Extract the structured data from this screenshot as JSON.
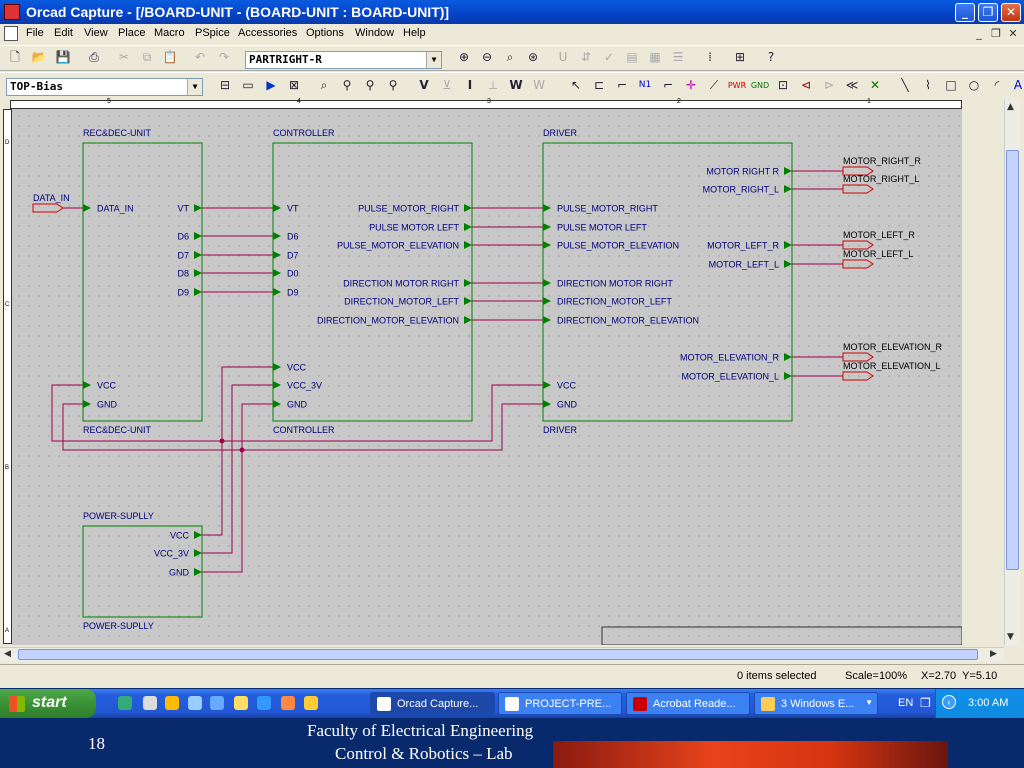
{
  "window": {
    "title": "Orcad Capture - [/BOARD-UNIT - (BOARD-UNIT : BOARD-UNIT)]"
  },
  "menu": [
    "File",
    "Edit",
    "View",
    "Place",
    "Macro",
    "PSpice",
    "Accessories",
    "Options",
    "Window",
    "Help"
  ],
  "toolbar1": {
    "part_combo": "PARTRIGHT-R"
  },
  "toolbar2": {
    "layer_combo": "TOP-Bias",
    "text_tools": [
      "V",
      "I",
      "W"
    ]
  },
  "ruler": {
    "top": [
      "5",
      "4",
      "3",
      "2",
      "1"
    ],
    "left": [
      "D",
      "C",
      "B",
      "A"
    ]
  },
  "schematic": {
    "blocks": [
      {
        "name": "REC&DEC-UNIT",
        "pins_left": [
          "DATA_IN",
          "VCC",
          "GND"
        ],
        "pins_right": [
          "VT",
          "D6",
          "D7",
          "D8",
          "D9"
        ]
      },
      {
        "name": "CONTROLLER",
        "pins_left": [
          "VT",
          "D6",
          "D7",
          "D0",
          "D9",
          "VCC",
          "VCC_3V",
          "GND"
        ],
        "pins_right": [
          "PULSE_MOTOR_RIGHT",
          "PULSE MOTOR LEFT",
          "PULSE_MOTOR_ELEVATION",
          "DIRECTION MOTOR RIGHT",
          "DIRECTION_MOTOR_LEFT",
          "DIRECTION_MOTOR_ELEVATION"
        ]
      },
      {
        "name": "DRIVER",
        "pins_left": [
          "PULSE_MOTOR_RIGHT",
          "PULSE MOTOR LEFT",
          "PULSE_MOTOR_ELEVATION",
          "DIRECTION MOTOR RIGHT",
          "DIRECTION_MOTOR_LEFT",
          "DIRECTION_MOTOR_ELEVATION",
          "VCC",
          "GND"
        ],
        "pins_right": [
          "MOTOR RIGHT R",
          "MOTOR_RIGHT_L",
          "MOTOR_LEFT_R",
          "MOTOR_LEFT_L",
          "MOTOR_ELEVATION_R",
          "MOTOR_ELEVATION_L"
        ]
      },
      {
        "name": "POWER-SUPLLY",
        "pins_right": [
          "VCC",
          "VCC_3V",
          "GND"
        ]
      }
    ],
    "offpage_in": "DATA_IN",
    "offpage_out": [
      "MOTOR_RIGHT_R",
      "MOTOR_RIGHT_L",
      "MOTOR_LEFT_R",
      "MOTOR_LEFT_L",
      "MOTOR_ELEVATION_R",
      "MOTOR_ELEVATION_L"
    ],
    "wire_color": "#a0004a",
    "block_color": "#008000",
    "pin_color": "#008000",
    "label_color": "#00007b"
  },
  "status": {
    "selected": "0 items selected",
    "scale": "Scale=100%",
    "coords": "X=2.70  Y=5.10"
  },
  "taskbar": {
    "start": "start",
    "tasks": [
      "Orcad Capture...",
      "PROJECT-PRE...",
      "Acrobat Reade...",
      "3 Windows E..."
    ],
    "lang": "EN",
    "time": "3:00 AM"
  },
  "footer": {
    "page": "18",
    "line1": "Faculty of Electrical Engineering",
    "line2": "Control & Robotics – Lab"
  }
}
